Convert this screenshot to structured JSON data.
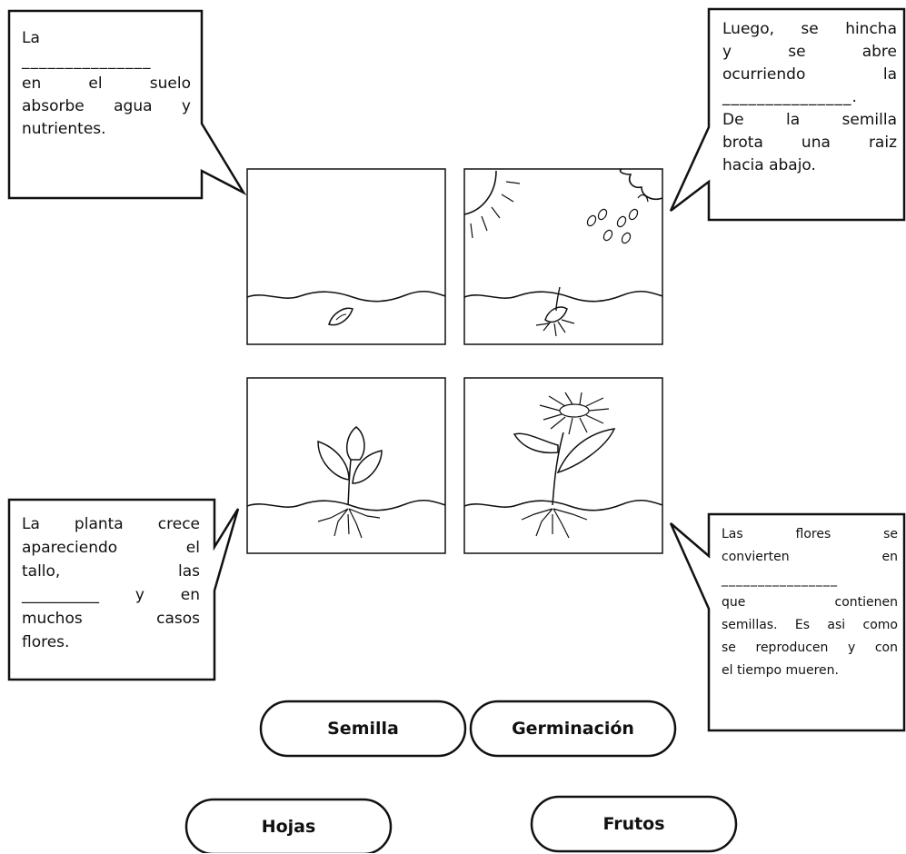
{
  "bubbles": {
    "top_left": {
      "line1": "La",
      "blank": "_______________",
      "line3": "en el suelo",
      "line4": "absorbe agua y",
      "line5": "nutrientes."
    },
    "top_right": {
      "line1": "Luego, se hincha",
      "line2": "y se abre",
      "line3": "ocurriendo la",
      "blank": "_______________.",
      "line5": "De la semilla",
      "line6": "brota una raiz",
      "line7": "hacia abajo."
    },
    "bottom_left": {
      "line1": "La planta crece",
      "line2": "apareciendo el",
      "line3": "tallo, las",
      "line4": "__________ y en",
      "line5": "muchos casos",
      "line6": "flores."
    },
    "bottom_right": {
      "line1": "Las flores se",
      "line2": "convierten en",
      "blank": "________________",
      "line4": "que contienen",
      "line5": "semillas. Es asi como",
      "line6": "se reproducen y con",
      "line7": "el tiempo mueren."
    }
  },
  "word_bank": [
    "Semilla",
    "Germinación",
    "Hojas",
    "Frutos"
  ]
}
